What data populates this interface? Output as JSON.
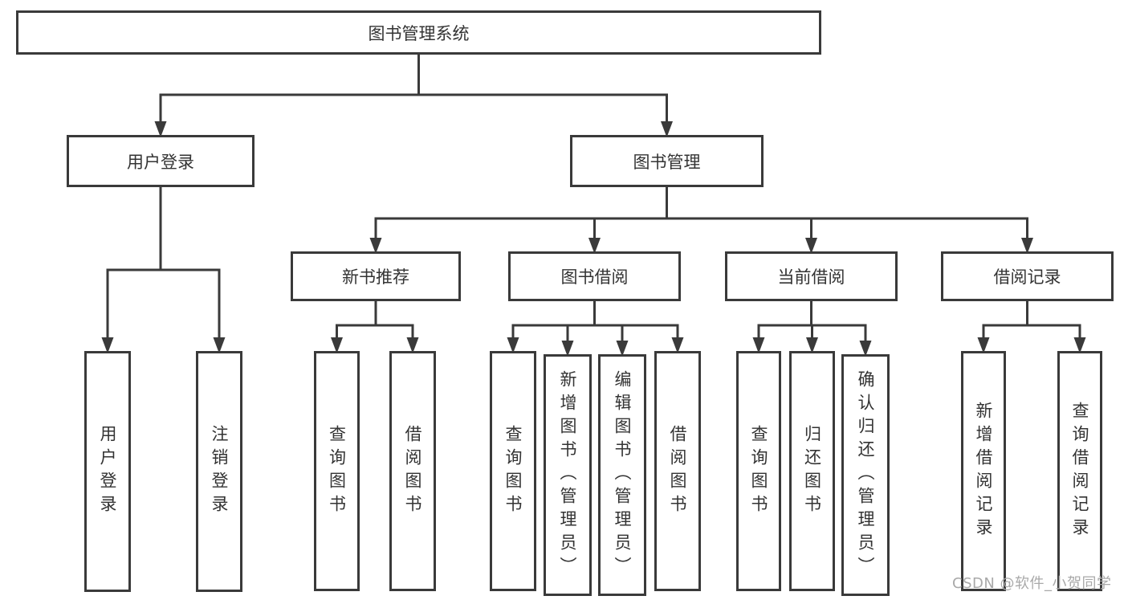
{
  "title": "图书管理系统",
  "watermark": "CSDN @软件_小贺同学",
  "colors": {
    "line": "#3a3a3a",
    "border": "#3a3a3a",
    "text": "#333333",
    "watermark": "#a9a9a9",
    "background": "#ffffff"
  },
  "nodes": [
    {
      "id": "system",
      "label": "图书管理系统",
      "parent": null,
      "orientation": "horizontal"
    },
    {
      "id": "login",
      "label": "用户登录",
      "parent": "system",
      "orientation": "horizontal"
    },
    {
      "id": "book-mgmt",
      "label": "图书管理",
      "parent": "system",
      "orientation": "horizontal"
    },
    {
      "id": "login-user",
      "label": "用户登录",
      "parent": "login",
      "orientation": "vertical"
    },
    {
      "id": "login-logout",
      "label": "注销登录",
      "parent": "login",
      "orientation": "vertical"
    },
    {
      "id": "rec",
      "label": "新书推荐",
      "parent": "book-mgmt",
      "orientation": "horizontal"
    },
    {
      "id": "borrow",
      "label": "图书借阅",
      "parent": "book-mgmt",
      "orientation": "horizontal"
    },
    {
      "id": "current",
      "label": "当前借阅",
      "parent": "book-mgmt",
      "orientation": "horizontal"
    },
    {
      "id": "records",
      "label": "借阅记录",
      "parent": "book-mgmt",
      "orientation": "horizontal"
    },
    {
      "id": "rec-query",
      "label": "查询图书",
      "parent": "rec",
      "orientation": "vertical"
    },
    {
      "id": "rec-borrow",
      "label": "借阅图书",
      "parent": "rec",
      "orientation": "vertical"
    },
    {
      "id": "borrow-query",
      "label": "查询图书",
      "parent": "borrow",
      "orientation": "vertical"
    },
    {
      "id": "borrow-add",
      "label": "新增图书（管理员）",
      "parent": "borrow",
      "orientation": "vertical"
    },
    {
      "id": "borrow-edit",
      "label": "编辑图书（管理员）",
      "parent": "borrow",
      "orientation": "vertical"
    },
    {
      "id": "borrow-borrow",
      "label": "借阅图书",
      "parent": "borrow",
      "orientation": "vertical"
    },
    {
      "id": "cur-query",
      "label": "查询图书",
      "parent": "current",
      "orientation": "vertical"
    },
    {
      "id": "cur-return",
      "label": "归还图书",
      "parent": "current",
      "orientation": "vertical"
    },
    {
      "id": "cur-confirm",
      "label": "确认归还（管理员）",
      "parent": "current",
      "orientation": "vertical"
    },
    {
      "id": "records-add",
      "label": "新增借阅记录",
      "parent": "records",
      "orientation": "vertical"
    },
    {
      "id": "records-query",
      "label": "查询借阅记录",
      "parent": "records",
      "orientation": "vertical"
    }
  ]
}
